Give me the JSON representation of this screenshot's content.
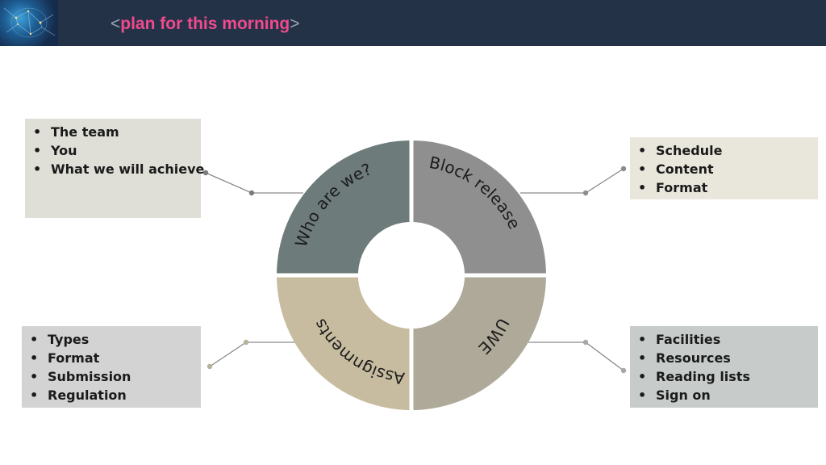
{
  "header": {
    "title": "plan for this morning",
    "bracket_left": "<",
    "bracket_right": ">"
  },
  "segments": {
    "top_left": {
      "label": "Who are we?",
      "color": "#6e7b7b"
    },
    "top_right": {
      "label": "Block release",
      "color": "#8f8f8f"
    },
    "bottom_left": {
      "label": "Assignments",
      "color": "#c7bc9f"
    },
    "bottom_right": {
      "label": "UWE",
      "color": "#aea998"
    }
  },
  "boxes": {
    "top_left": {
      "items": [
        "The team",
        "You",
        "What we will achieve"
      ]
    },
    "top_right": {
      "items": [
        "Schedule",
        "Content",
        "Format"
      ]
    },
    "bottom_left": {
      "items": [
        "Types",
        "Format",
        "Submission",
        "Regulation"
      ]
    },
    "bottom_right": {
      "items": [
        "Facilities",
        "Resources",
        "Reading lists",
        "Sign on"
      ]
    }
  },
  "colors": {
    "header_bg": "#243248",
    "title": "#f04a8d",
    "connector": "#8a8a8a"
  }
}
